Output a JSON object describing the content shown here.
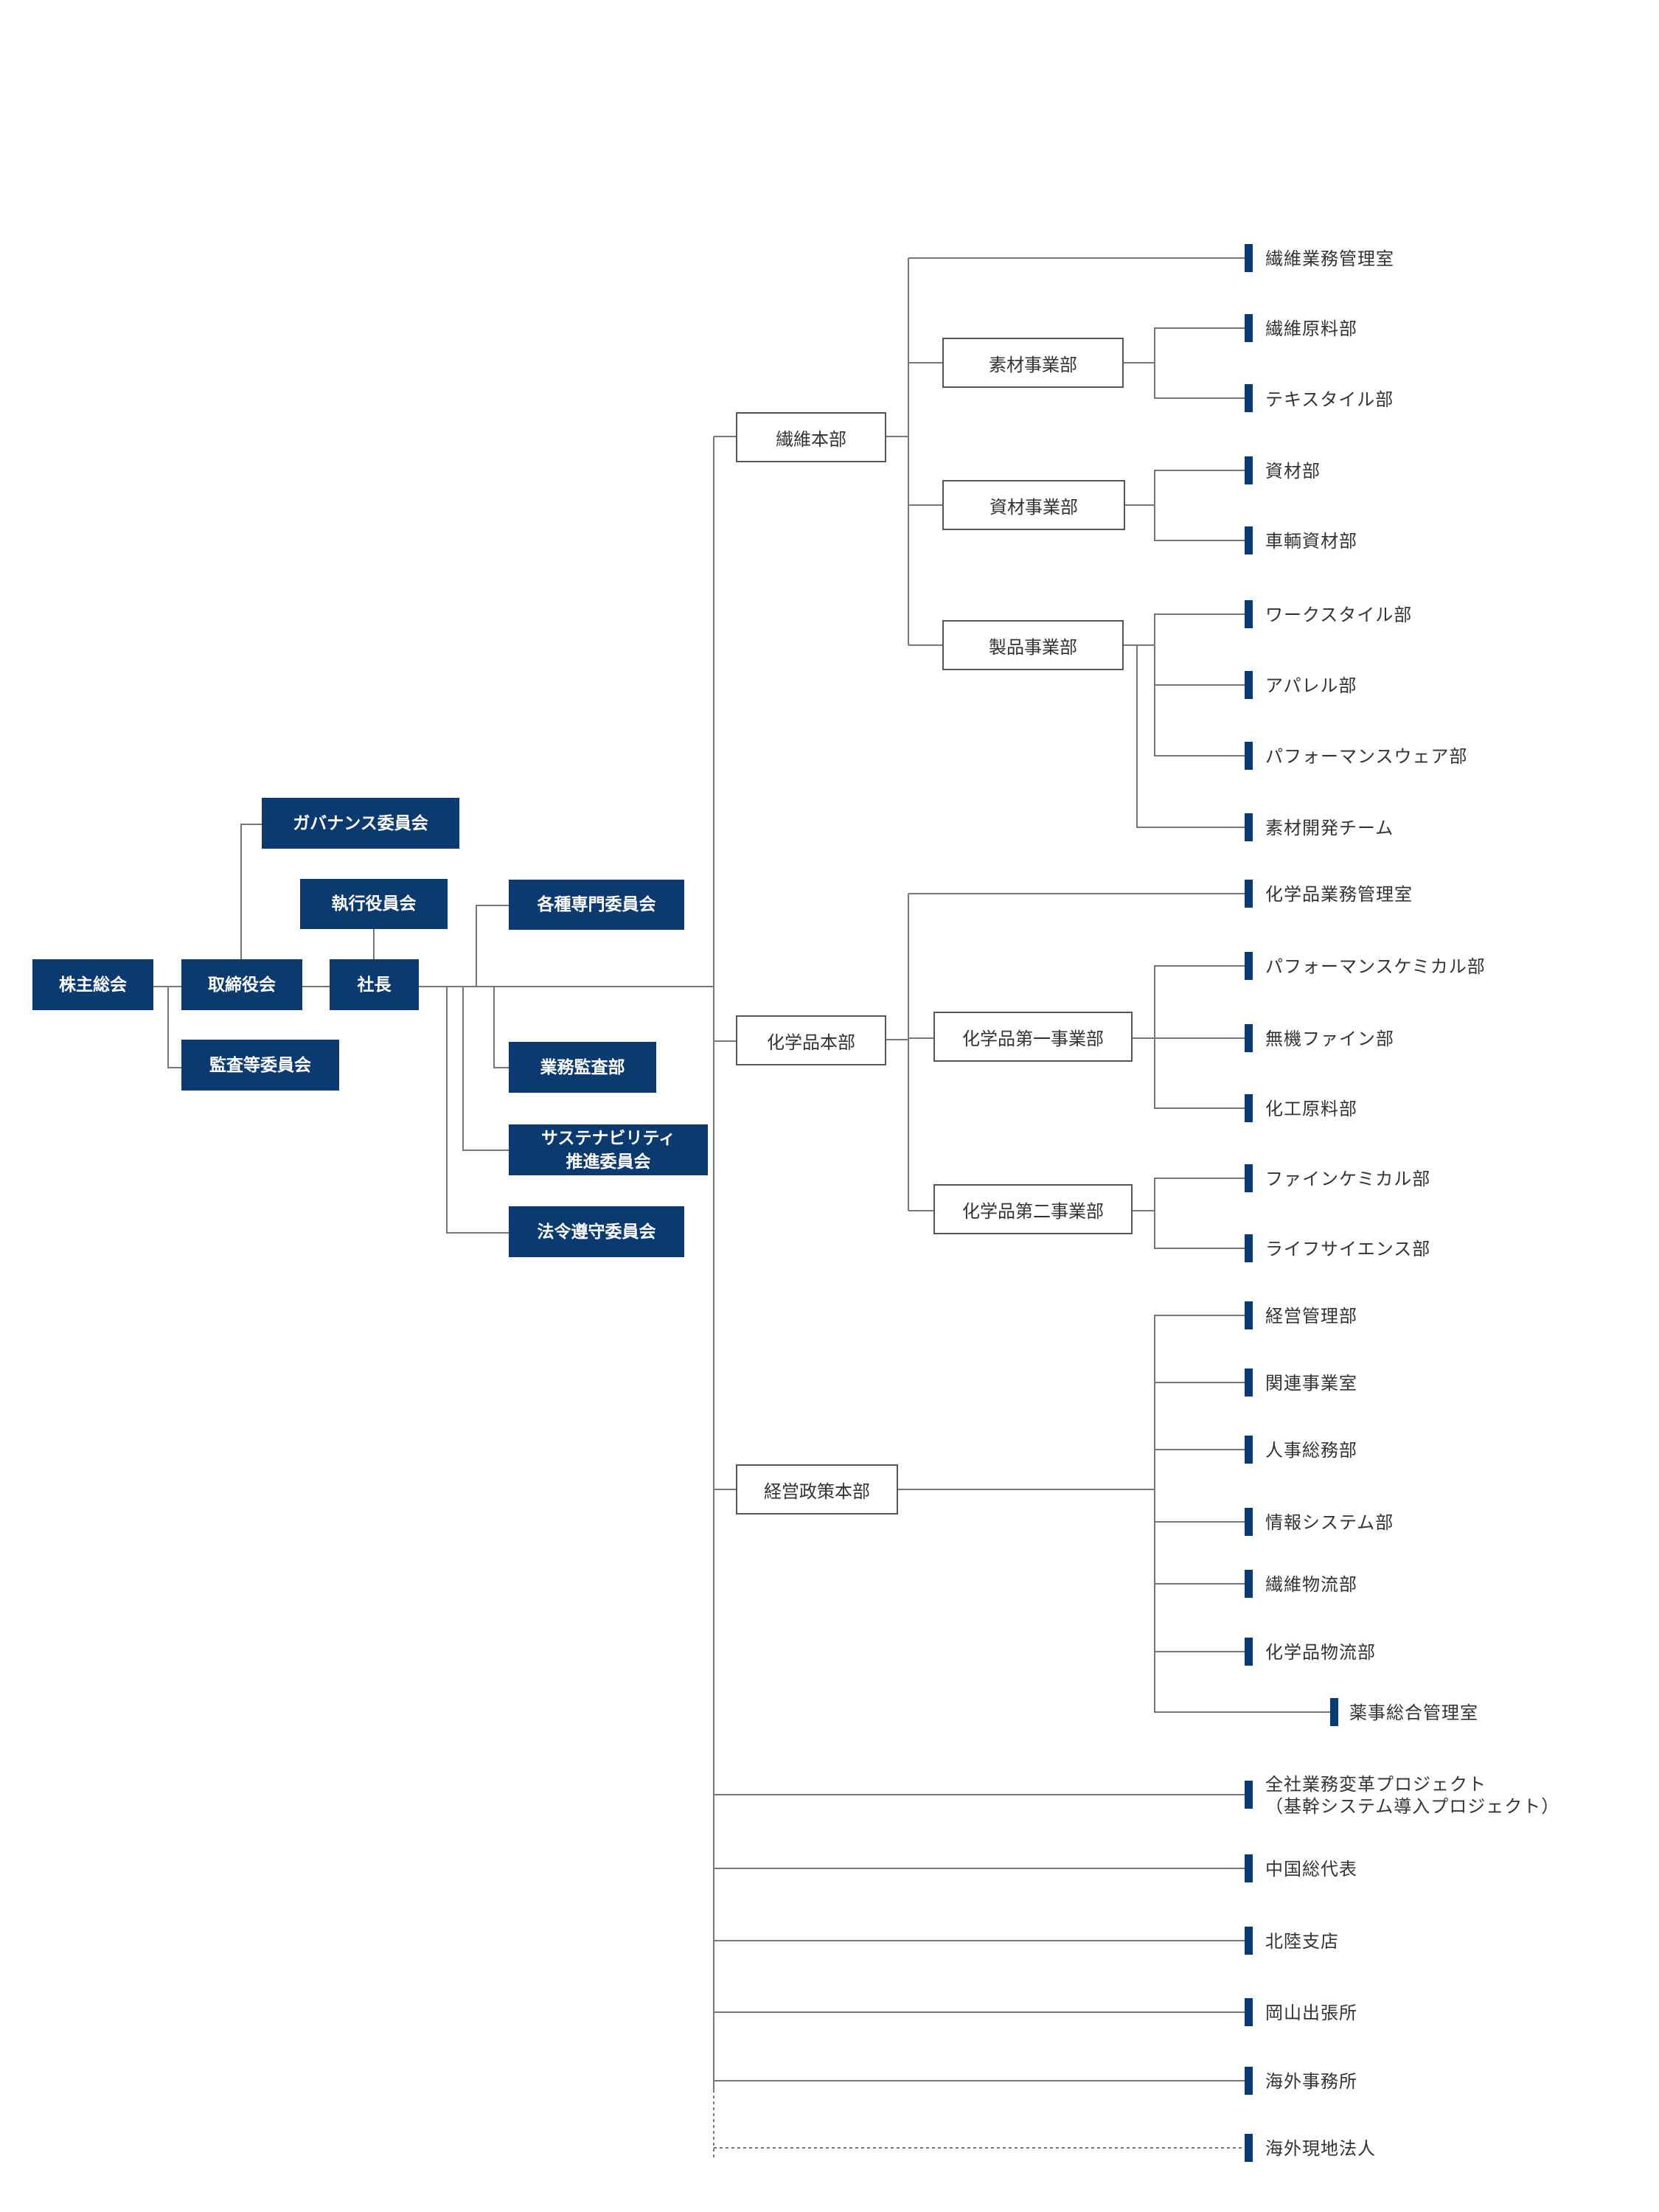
{
  "left_nodes": {
    "shareholders": "株主総会",
    "board": "取締役会",
    "governance_committee": "ガバナンス委員会",
    "audit_committee": "監査等委員会",
    "executive_committee": "執行役員会",
    "president": "社長",
    "expert_committees": "各種専門委員会",
    "internal_audit": "業務監査部",
    "sustainability_committee": "サステナビリティ\n推進委員会",
    "compliance_committee": "法令遵守委員会"
  },
  "headquarters": {
    "fiber": "繊維本部",
    "chemical": "化学品本部",
    "management": "経営政策本部"
  },
  "divisions": {
    "materials": "素材事業部",
    "supplies": "資材事業部",
    "products": "製品事業部",
    "chemical_1": "化学品第一事業部",
    "chemical_2": "化学品第二事業部"
  },
  "departments": {
    "fiber_business_office": "繊維業務管理室",
    "fiber_raw_materials": "繊維原料部",
    "textile": "テキスタイル部",
    "materials_dept": "資材部",
    "vehicle_materials": "車輌資材部",
    "workstyle": "ワークスタイル部",
    "apparel": "アパレル部",
    "performance_wear": "パフォーマンスウェア部",
    "material_dev_team": "素材開発チーム",
    "chemical_business_office": "化学品業務管理室",
    "performance_chemical": "パフォーマンスケミカル部",
    "inorganic_fine": "無機ファイン部",
    "chemical_raw_materials": "化工原料部",
    "fine_chemical": "ファインケミカル部",
    "life_science": "ライフサイエンス部",
    "business_management": "経営管理部",
    "affiliates_office": "関連事業室",
    "hr_general_affairs": "人事総務部",
    "information_systems": "情報システム部",
    "fiber_logistics": "繊維物流部",
    "chemical_logistics": "化学品物流部",
    "pharma_affairs_office": "薬事総合管理室",
    "dx_project": "全社業務変革プロジェクト\n（基幹システム導入プロジェクト）",
    "china_rep": "中国総代表",
    "hokuriku_branch": "北陸支店",
    "okayama_office": "岡山出張所",
    "overseas_offices": "海外事務所",
    "overseas_subsidiaries": "海外現地法人"
  },
  "colors": {
    "navy": "#0b3a70",
    "line": "#777777",
    "text": "#333333"
  }
}
